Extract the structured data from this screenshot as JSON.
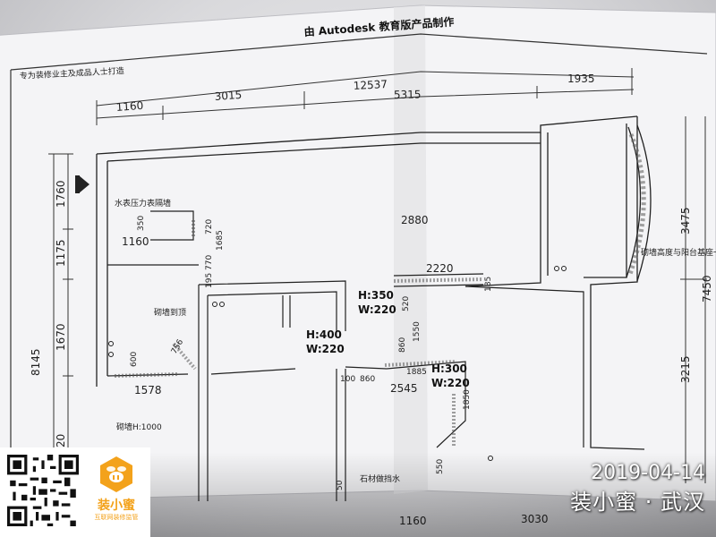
{
  "photo": {
    "header_text": "由 Autodesk 教育版产品制作",
    "corner_note": "专为装修业主及成品人士打造",
    "dimensions": {
      "top_total": "12537",
      "top_segments": [
        "1160",
        "3015",
        "5315",
        "1935"
      ],
      "left_total": "8145",
      "left_segments": [
        "1760",
        "1175",
        "1670",
        "20"
      ],
      "right_total": "7450",
      "right_segments": [
        "3475",
        "3215"
      ],
      "bottom_partial": [
        "1160",
        "3030"
      ],
      "interior": [
        "2880",
        "1160",
        "350",
        "720",
        "1685",
        "770",
        "195",
        "600",
        "756",
        "1578",
        "2220",
        "185",
        "520",
        "1550",
        "860",
        "1885",
        "1850",
        "2545",
        "860",
        "100",
        "550",
        "50"
      ]
    },
    "openings": {
      "door_a": [
        "H:350",
        "W:220"
      ],
      "door_b": [
        "H:400",
        "W:220"
      ],
      "door_c": [
        "H:300",
        "W:220"
      ]
    },
    "notes": {
      "water_meter": "水表压力表隔墙",
      "wall_top": "砌墙到顶",
      "wall_height": "砌墙H:1000",
      "balcony": "砌墙高度与阳台基座一致",
      "stone_sill": "石材做挡水"
    }
  },
  "overlay": {
    "logo_name": "装小蜜",
    "logo_tagline": "互联网装修监管",
    "date": "2019-04-14",
    "brand_city": "装小蜜 · 武汉"
  }
}
